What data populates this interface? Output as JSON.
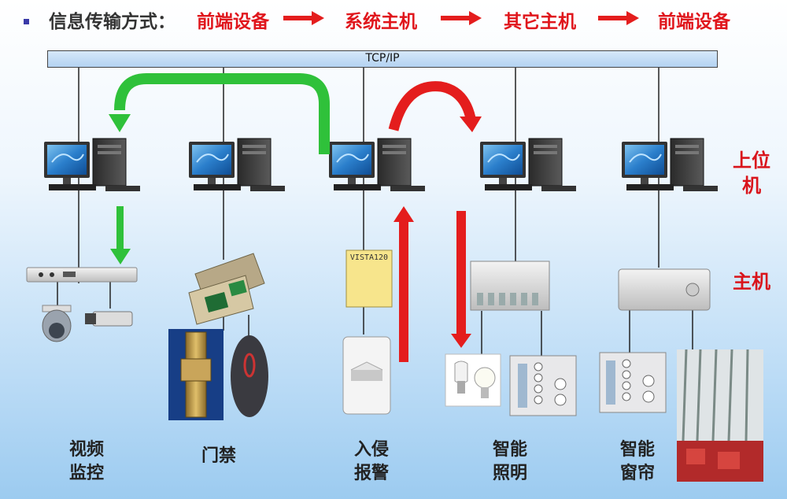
{
  "header": {
    "label": "信息传输方式：",
    "flow": [
      "前端设备",
      "系统主机",
      "其它主机",
      "前端设备"
    ]
  },
  "bus": {
    "label": "TCP/IP"
  },
  "side_labels": {
    "upper": [
      "上位",
      "机"
    ],
    "host": "主机"
  },
  "devices": {
    "vista_label": "VISTA120"
  },
  "sections": [
    {
      "lines": [
        "视频",
        "监控"
      ]
    },
    {
      "lines": [
        "门禁"
      ]
    },
    {
      "lines": [
        "入侵",
        "报警"
      ]
    },
    {
      "lines": [
        "智能",
        "照明"
      ]
    },
    {
      "lines": [
        "智能",
        "窗帘"
      ]
    }
  ],
  "colors": {
    "flow_text": "#e0161c",
    "arrow_red": "#e41d1d",
    "arrow_green": "#2fc13a",
    "bus_fill": "#c6def6"
  }
}
